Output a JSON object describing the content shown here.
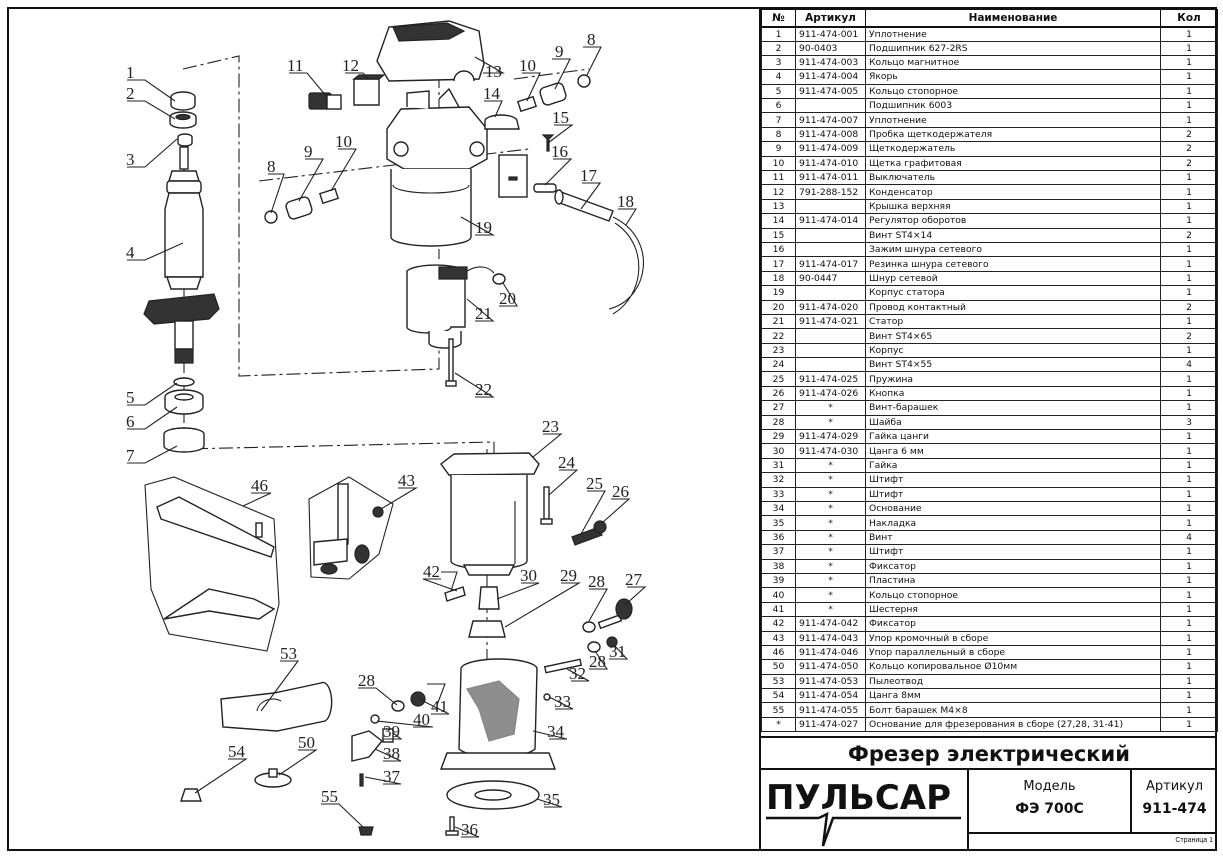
{
  "diagram": {
    "callouts": [
      "1",
      "2",
      "3",
      "4",
      "5",
      "6",
      "7",
      "8",
      "9",
      "10",
      "11",
      "12",
      "13",
      "14",
      "15",
      "16",
      "17",
      "18",
      "19",
      "20",
      "21",
      "22",
      "23",
      "24",
      "25",
      "26",
      "27",
      "28",
      "29",
      "30",
      "31",
      "32",
      "33",
      "34",
      "35",
      "36",
      "37",
      "38",
      "39",
      "40",
      "41",
      "42",
      "43",
      "46",
      "50",
      "53",
      "54",
      "55"
    ]
  },
  "parts_table": {
    "headers": {
      "no": "№",
      "article": "Артикул",
      "name": "Наименование",
      "qty": "Кол"
    },
    "rows": [
      {
        "no": "1",
        "article": "911-474-001",
        "name": "Уплотнение",
        "qty": "1"
      },
      {
        "no": "2",
        "article": "90-0403",
        "name": "Подшипник 627-2RS",
        "qty": "1"
      },
      {
        "no": "3",
        "article": "911-474-003",
        "name": "Кольцо магнитное",
        "qty": "1"
      },
      {
        "no": "4",
        "article": "911-474-004",
        "name": "Якорь",
        "qty": "1"
      },
      {
        "no": "5",
        "article": "911-474-005",
        "name": "Кольцо стопорное",
        "qty": "1"
      },
      {
        "no": "6",
        "article": "",
        "name": "Подшипник 6003",
        "qty": "1"
      },
      {
        "no": "7",
        "article": "911-474-007",
        "name": "Уплотнение",
        "qty": "1"
      },
      {
        "no": "8",
        "article": "911-474-008",
        "name": "Пробка щеткодержателя",
        "qty": "2"
      },
      {
        "no": "9",
        "article": "911-474-009",
        "name": "Щеткодержатель",
        "qty": "2"
      },
      {
        "no": "10",
        "article": "911-474-010",
        "name": "Щетка графитовая",
        "qty": "2"
      },
      {
        "no": "11",
        "article": "911-474-011",
        "name": "Выключатель",
        "qty": "1"
      },
      {
        "no": "12",
        "article": "791-288-152",
        "name": "Конденсатор",
        "qty": "1"
      },
      {
        "no": "13",
        "article": "",
        "name": "Крышка верхняя",
        "qty": "1"
      },
      {
        "no": "14",
        "article": "911-474-014",
        "name": "Регулятор оборотов",
        "qty": "1"
      },
      {
        "no": "15",
        "article": "",
        "name": "Винт ST4×14",
        "qty": "2"
      },
      {
        "no": "16",
        "article": "",
        "name": "Зажим шнура сетевого",
        "qty": "1"
      },
      {
        "no": "17",
        "article": "911-474-017",
        "name": "Резинка шнура сетевого",
        "qty": "1"
      },
      {
        "no": "18",
        "article": "90-0447",
        "name": "Шнур сетевой",
        "qty": "1"
      },
      {
        "no": "19",
        "article": "",
        "name": "Корпус статора",
        "qty": "1"
      },
      {
        "no": "20",
        "article": "911-474-020",
        "name": "Провод контактный",
        "qty": "2"
      },
      {
        "no": "21",
        "article": "911-474-021",
        "name": "Статор",
        "qty": "1"
      },
      {
        "no": "22",
        "article": "",
        "name": "Винт ST4×65",
        "qty": "2"
      },
      {
        "no": "23",
        "article": "",
        "name": "Корпус",
        "qty": "1"
      },
      {
        "no": "24",
        "article": "",
        "name": "Винт ST4×55",
        "qty": "4"
      },
      {
        "no": "25",
        "article": "911-474-025",
        "name": "Пружина",
        "qty": "1"
      },
      {
        "no": "26",
        "article": "911-474-026",
        "name": "Кнопка",
        "qty": "1"
      },
      {
        "no": "27",
        "article": "*",
        "name": "Винт-барашек",
        "qty": "1"
      },
      {
        "no": "28",
        "article": "*",
        "name": "Шайба",
        "qty": "3"
      },
      {
        "no": "29",
        "article": "911-474-029",
        "name": "Гайка цанги",
        "qty": "1"
      },
      {
        "no": "30",
        "article": "911-474-030",
        "name": "Цанга 6 мм",
        "qty": "1"
      },
      {
        "no": "31",
        "article": "*",
        "name": "Гайка",
        "qty": "1"
      },
      {
        "no": "32",
        "article": "*",
        "name": "Штифт",
        "qty": "1"
      },
      {
        "no": "33",
        "article": "*",
        "name": "Штифт",
        "qty": "1"
      },
      {
        "no": "34",
        "article": "*",
        "name": "Основание",
        "qty": "1"
      },
      {
        "no": "35",
        "article": "*",
        "name": "Накладка",
        "qty": "1"
      },
      {
        "no": "36",
        "article": "*",
        "name": "Винт",
        "qty": "4"
      },
      {
        "no": "37",
        "article": "*",
        "name": "Штифт",
        "qty": "1"
      },
      {
        "no": "38",
        "article": "*",
        "name": "Фиксатор",
        "qty": "1"
      },
      {
        "no": "39",
        "article": "*",
        "name": "Пластина",
        "qty": "1"
      },
      {
        "no": "40",
        "article": "*",
        "name": "Кольцо стопорное",
        "qty": "1"
      },
      {
        "no": "41",
        "article": "*",
        "name": "Шестерня",
        "qty": "1"
      },
      {
        "no": "42",
        "article": "911-474-042",
        "name": "Фиксатор",
        "qty": "1"
      },
      {
        "no": "43",
        "article": "911-474-043",
        "name": "Упор кромочный в сборе",
        "qty": "1"
      },
      {
        "no": "46",
        "article": "911-474-046",
        "name": "Упор параллельный в сборе",
        "qty": "1"
      },
      {
        "no": "50",
        "article": "911-474-050",
        "name": "Кольцо копировальное Ø10мм",
        "qty": "1"
      },
      {
        "no": "53",
        "article": "911-474-053",
        "name": "Пылеотвод",
        "qty": "1"
      },
      {
        "no": "54",
        "article": "911-474-054",
        "name": "Цанга 8мм",
        "qty": "1"
      },
      {
        "no": "55",
        "article": "911-474-055",
        "name": "Болт барашек М4×8",
        "qty": "1"
      },
      {
        "no": "*",
        "article": "911-474-027",
        "name": "Основание для фрезерования  в сборе  (27,28, 31-41)",
        "qty": "1"
      }
    ]
  },
  "title_block": {
    "product_title": "Фрезер электрический",
    "brand": "ПУЛЬСАР",
    "model_label": "Модель",
    "model_value": "ФЭ 700С",
    "article_label": "Артикул",
    "article_value": "911-474",
    "page_label": "Страница 1"
  }
}
